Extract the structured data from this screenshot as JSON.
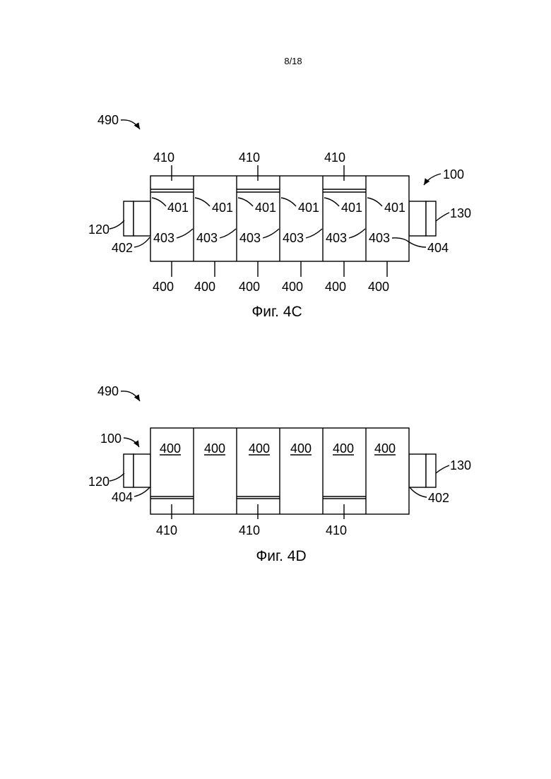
{
  "page_number": "8/18",
  "figure_4c": {
    "caption": "Фиг. 4C",
    "ref_assembly": "490",
    "ref_device": "100",
    "ref_left_end": "120",
    "ref_right_end": "130",
    "ref_left_interface": "402",
    "ref_right_interface": "404",
    "cells": [
      {
        "top": "410",
        "layer": "401",
        "body": "403",
        "base": "400"
      },
      {
        "top": "",
        "layer": "401",
        "body": "403",
        "base": "400"
      },
      {
        "top": "410",
        "layer": "401",
        "body": "403",
        "base": "400"
      },
      {
        "top": "",
        "layer": "401",
        "body": "403",
        "base": "400"
      },
      {
        "top": "410",
        "layer": "401",
        "body": "403",
        "base": "400"
      },
      {
        "top": "",
        "layer": "401",
        "body": "403",
        "base": "400"
      }
    ]
  },
  "figure_4d": {
    "caption": "Фиг. 4D",
    "ref_assembly": "490",
    "ref_device": "100",
    "ref_left_end": "120",
    "ref_right_end": "130",
    "ref_left_interface": "404",
    "ref_right_interface": "402",
    "cells": [
      {
        "label": "400",
        "bottom": "410"
      },
      {
        "label": "400",
        "bottom": ""
      },
      {
        "label": "400",
        "bottom": "410"
      },
      {
        "label": "400",
        "bottom": ""
      },
      {
        "label": "400",
        "bottom": "410"
      },
      {
        "label": "400",
        "bottom": ""
      }
    ]
  }
}
